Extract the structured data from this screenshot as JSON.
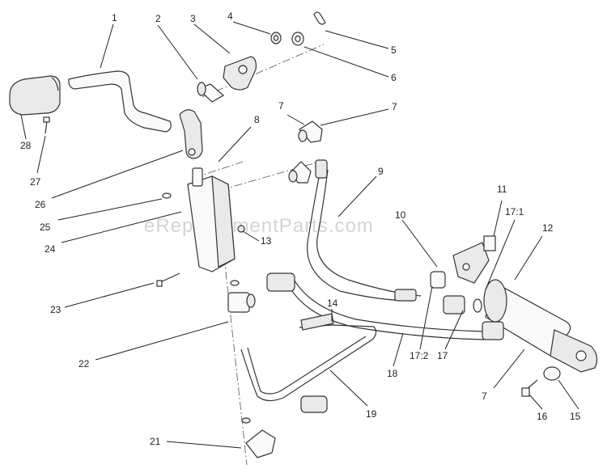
{
  "watermark": "eReplacementParts.com",
  "callouts": {
    "c1": "1",
    "c2": "2",
    "c3": "3",
    "c4": "4",
    "c5": "5",
    "c6": "6",
    "c7a": "7",
    "c7b": "7",
    "c7c": "7",
    "c8": "8",
    "c9": "9",
    "c10": "10",
    "c11": "11",
    "c12": "12",
    "c13": "13",
    "c14": "14",
    "c15": "15",
    "c16": "16",
    "c17": "17",
    "c17_1": "17:1",
    "c17_2": "17:2",
    "c18": "18",
    "c19": "19",
    "c21": "21",
    "c22": "22",
    "c23": "23",
    "c24": "24",
    "c25": "25",
    "c26": "26",
    "c27": "27",
    "c28": "28"
  }
}
